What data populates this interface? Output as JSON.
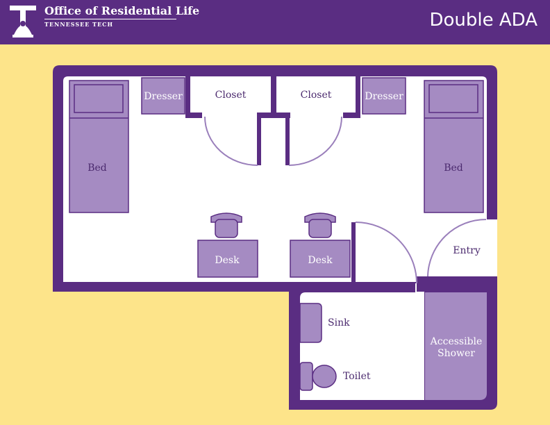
{
  "header": {
    "brand_title": "Office of Residential Life",
    "brand_subtitle": "TENNESSEE TECH",
    "room_type": "Double ADA"
  },
  "labels": {
    "bed_left": "Bed",
    "bed_right": "Bed",
    "dresser_left": "Dresser",
    "dresser_right": "Dresser",
    "closet_left": "Closet",
    "closet_right": "Closet",
    "desk_left": "Desk",
    "desk_right": "Desk",
    "entry": "Entry",
    "sink": "Sink",
    "toilet": "Toilet",
    "shower_line1": "Accessible",
    "shower_line2": "Shower"
  },
  "colors": {
    "header_bg": "#5a2d82",
    "page_bg": "#fde48a",
    "wall": "#5a2d82",
    "furniture": "#a58bc2",
    "door_arc": "#9a7fbb"
  }
}
